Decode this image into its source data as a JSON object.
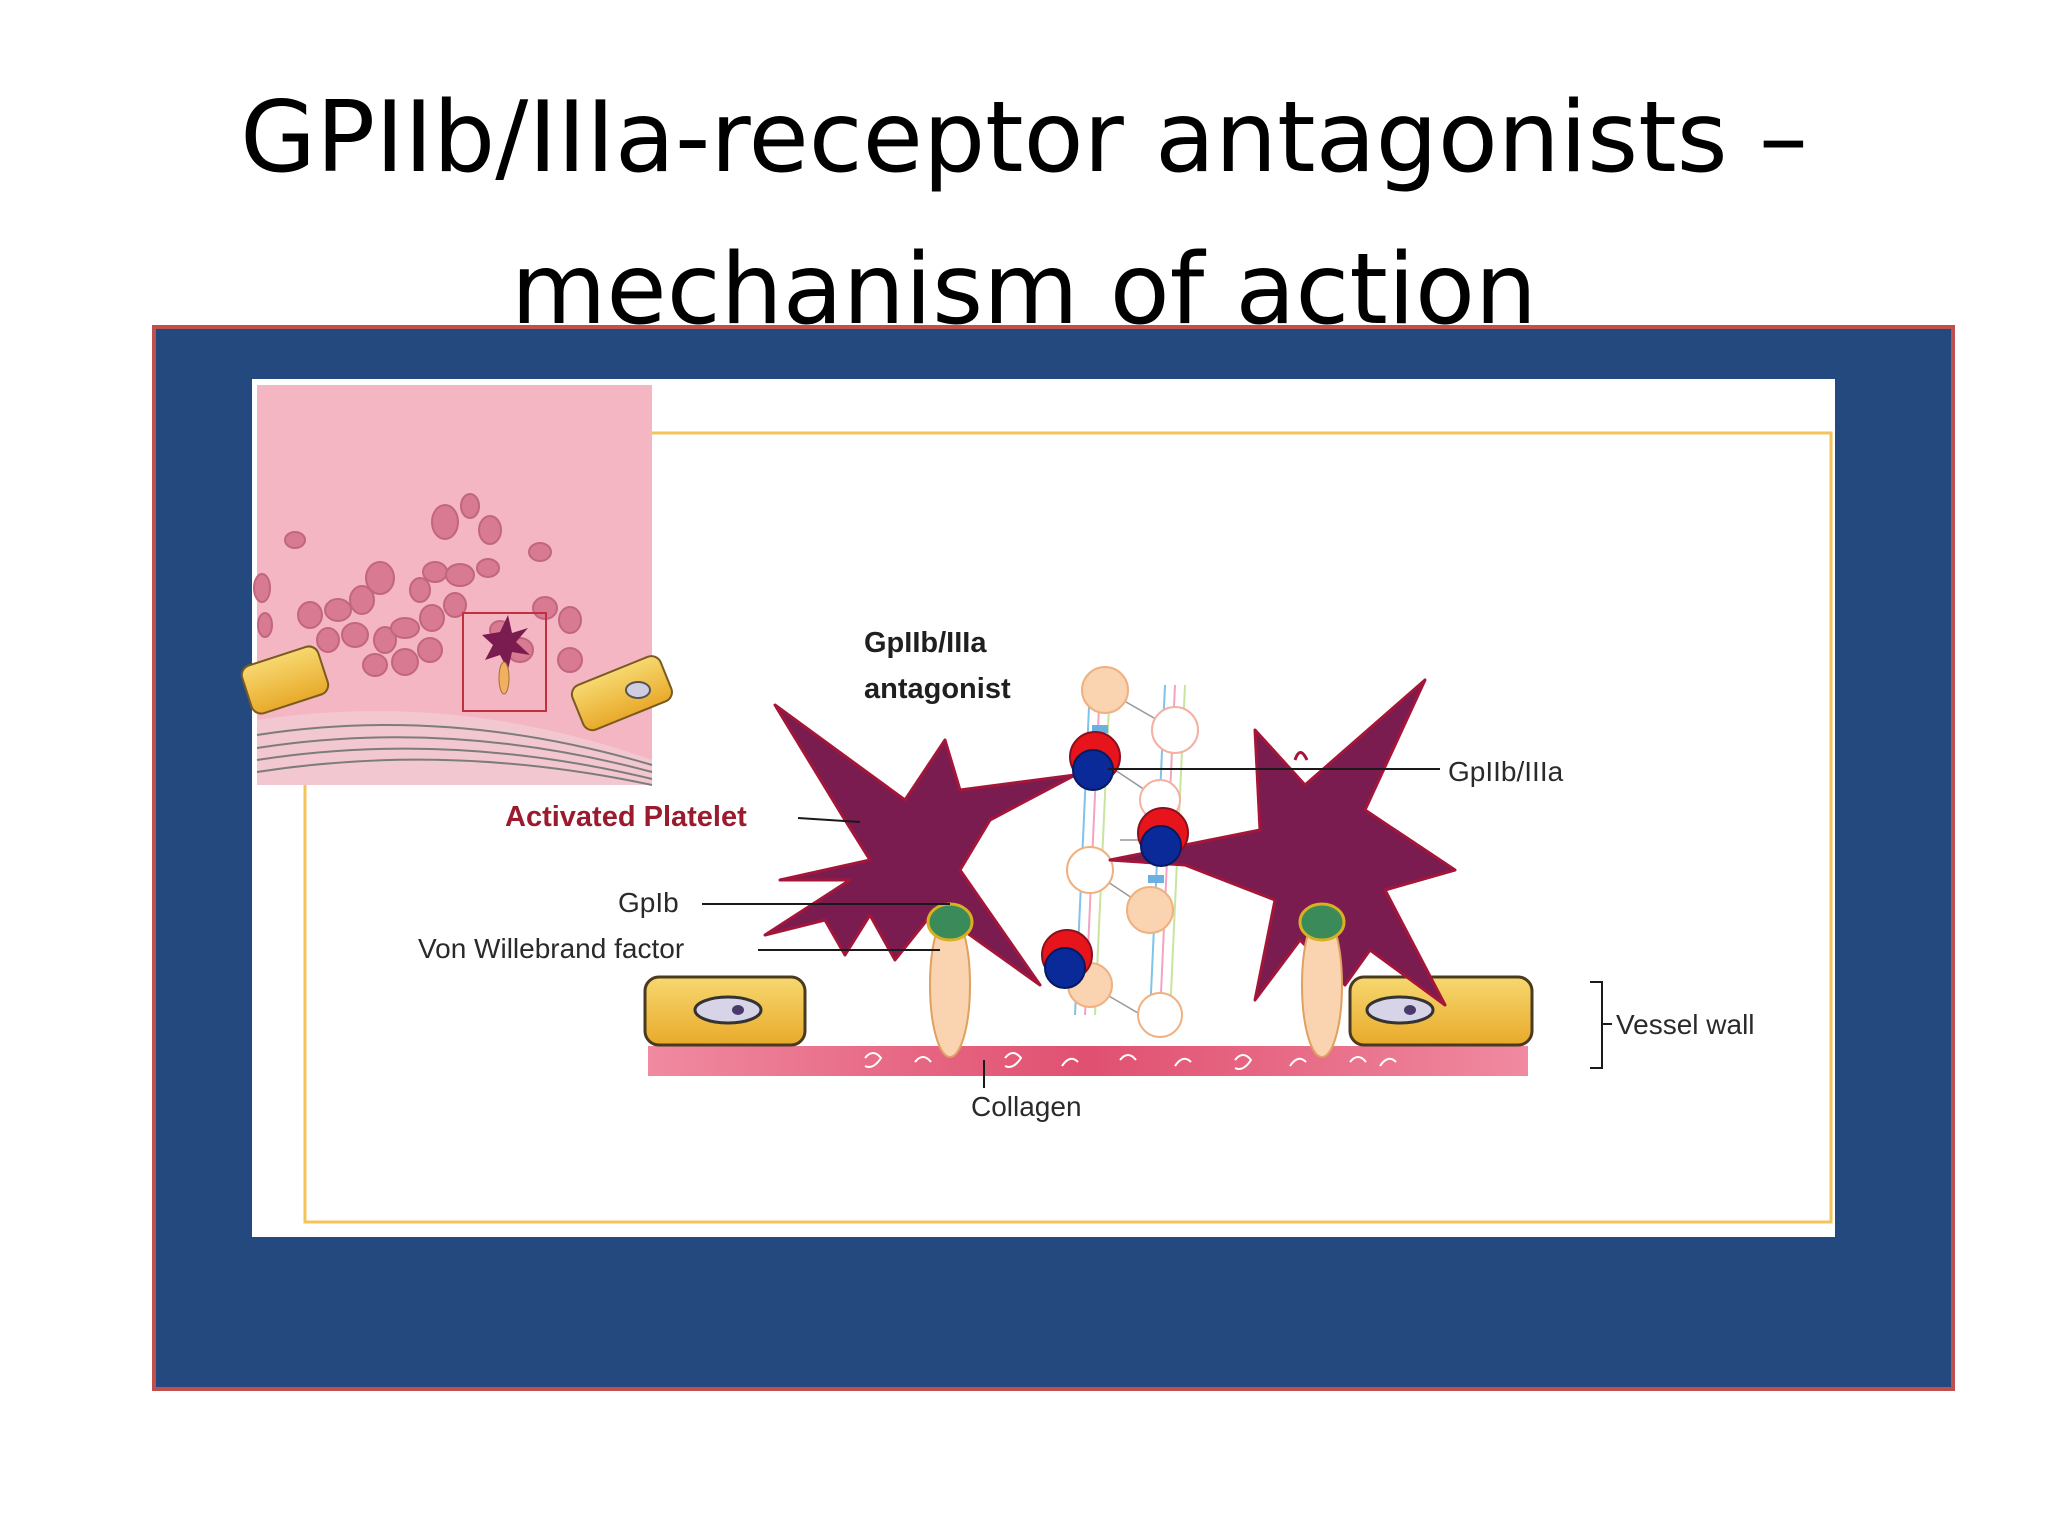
{
  "slide": {
    "title_line1": "GPIIb/IIIa-receptor antagonists –",
    "title_line2": "mechanism of action"
  },
  "diagram": {
    "labels": {
      "antagonist_line1": "GpIIb/IIIa",
      "antagonist_line2": "antagonist",
      "activated_platelet": "Activated Platelet",
      "gpib": "GpIb",
      "von_willebrand": "Von Willebrand factor",
      "gpiib_iiia": "GpIIb/IIIa",
      "vessel_wall": "Vessel wall",
      "collagen": "Collagen"
    },
    "colors": {
      "frame_fill": "#23497e",
      "frame_border": "#c0504d",
      "platelet": "#7a1c4f",
      "receptor_red": "#e8141b",
      "antagonist_blue": "#0a2a9a",
      "gpib_green": "#3a8a5a",
      "vessel_cell": "#f2c24a",
      "collagen_layer": "#e56b85",
      "inset_background": "#f4b6c2"
    }
  }
}
